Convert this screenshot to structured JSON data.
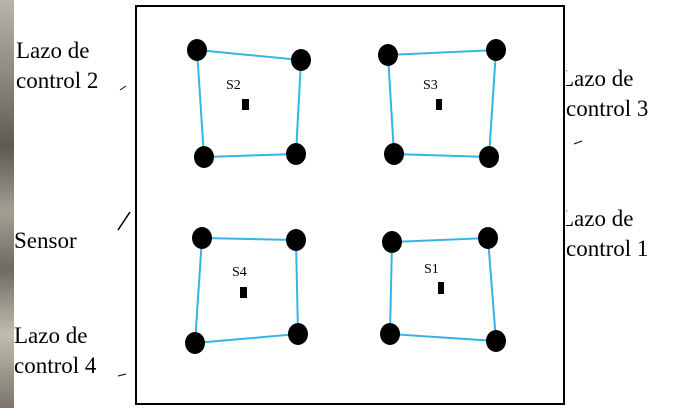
{
  "captions": {
    "loop_2": "Lazo de\ncontrol 2",
    "loop_3": "Lazo de\ncontrol 3",
    "loop_1": "Lazo de\ncontrol 1",
    "loop_4": "Lazo de\ncontrol 4",
    "sensor": "Sensor"
  },
  "sensors": [
    {
      "id": "s2",
      "label": "S2"
    },
    {
      "id": "s3",
      "label": "S3"
    },
    {
      "id": "s4",
      "label": "S4"
    },
    {
      "id": "s1",
      "label": "S1"
    }
  ],
  "colors": {
    "loop_line": "#33b5e5",
    "node": "#000000",
    "frame": "#000000"
  }
}
